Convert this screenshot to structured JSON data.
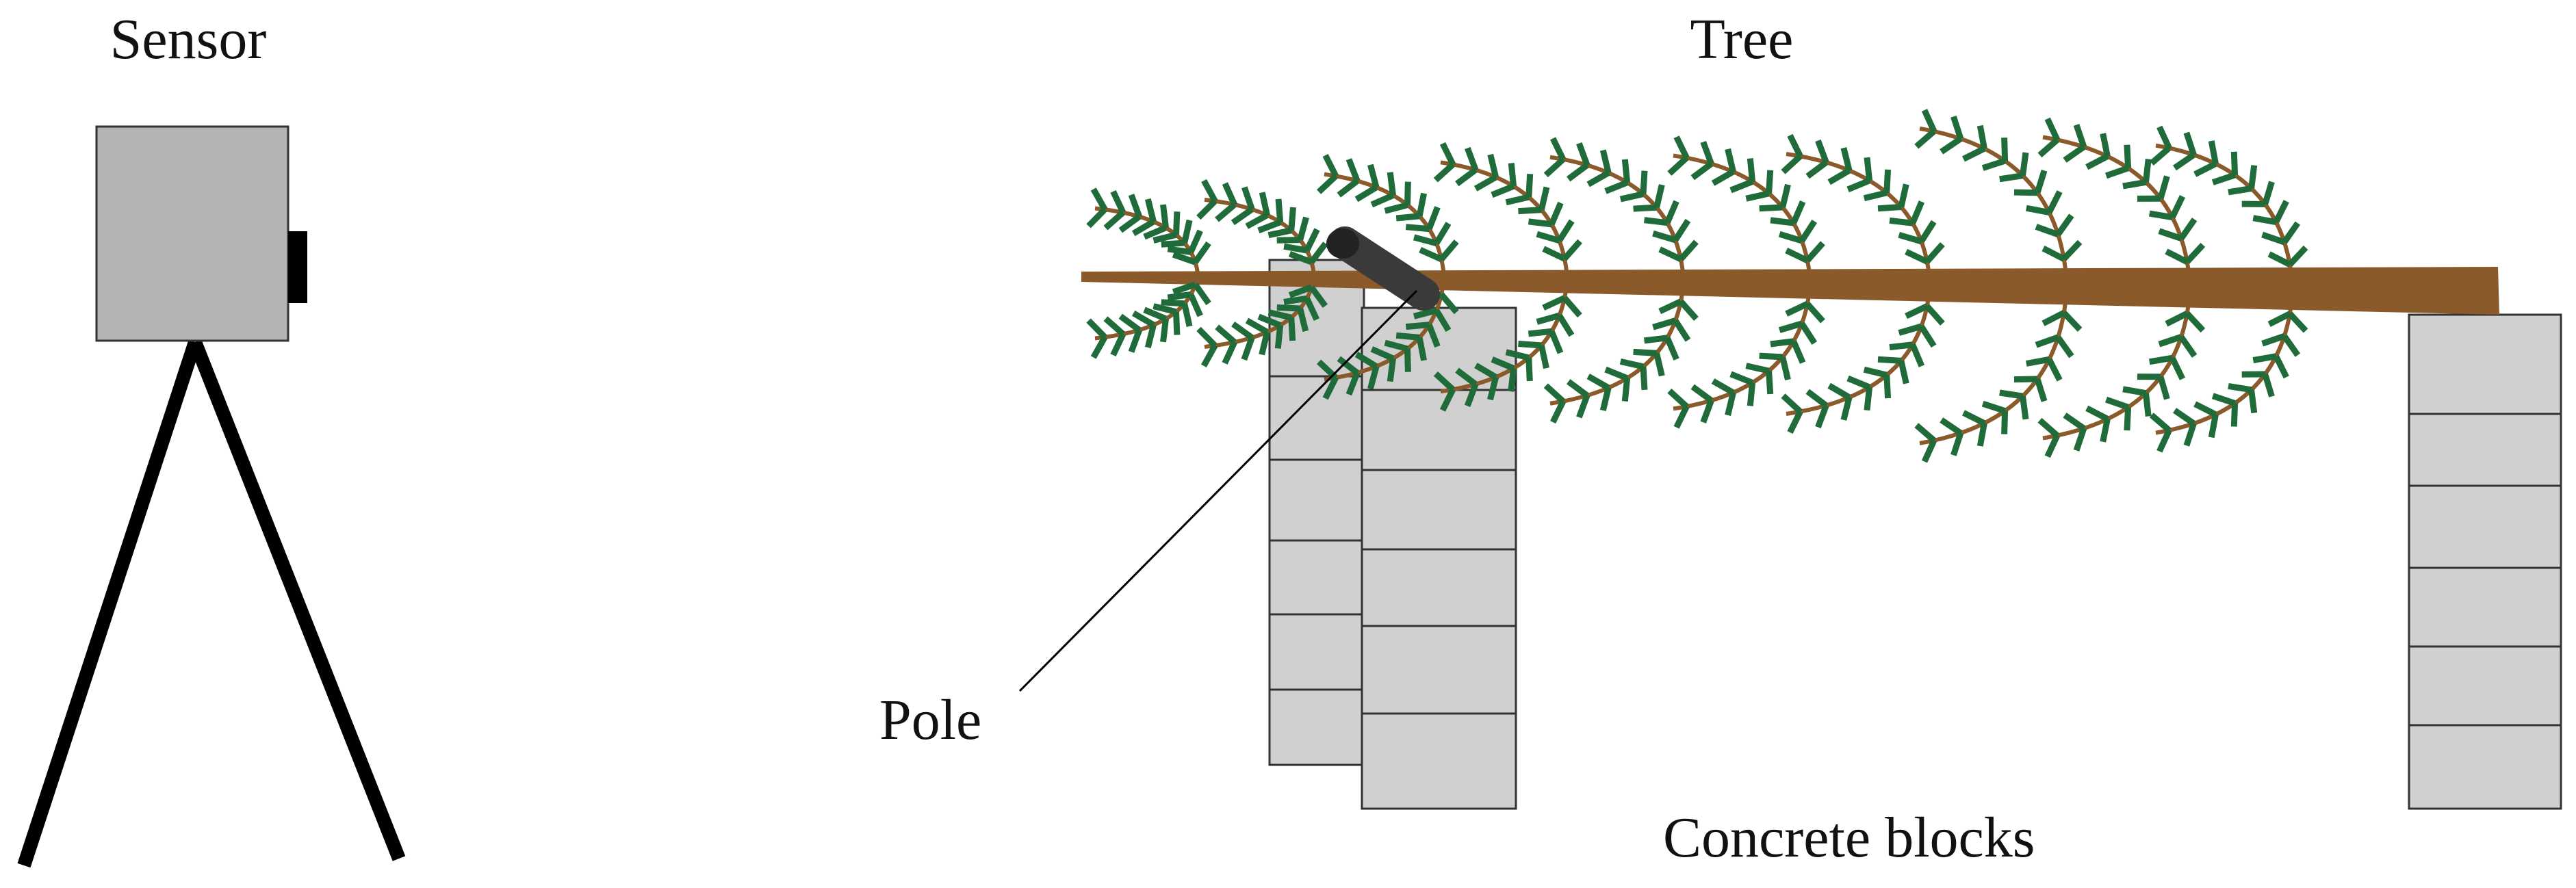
{
  "labels": {
    "sensor": "Sensor",
    "tree": "Tree",
    "pole": "Pole",
    "concrete_blocks": "Concrete blocks"
  },
  "icons": {
    "sensor": "camera-on-tripod",
    "tree": "conifer-lying-horizontal",
    "pole": "cylinder-pole",
    "blocks": "stacked-concrete-blocks"
  },
  "colors": {
    "background": "#ffffff",
    "sensor_body": "#b3b3b3",
    "lens": "#000000",
    "tripod": "#000000",
    "trunk": "#8b5a2b",
    "branch": "#8b5a2b",
    "needle": "#1f6b3a",
    "block": "#d0d0d0",
    "block_outline": "#333333",
    "pole": "#3a3a3a",
    "text": "#111111"
  }
}
